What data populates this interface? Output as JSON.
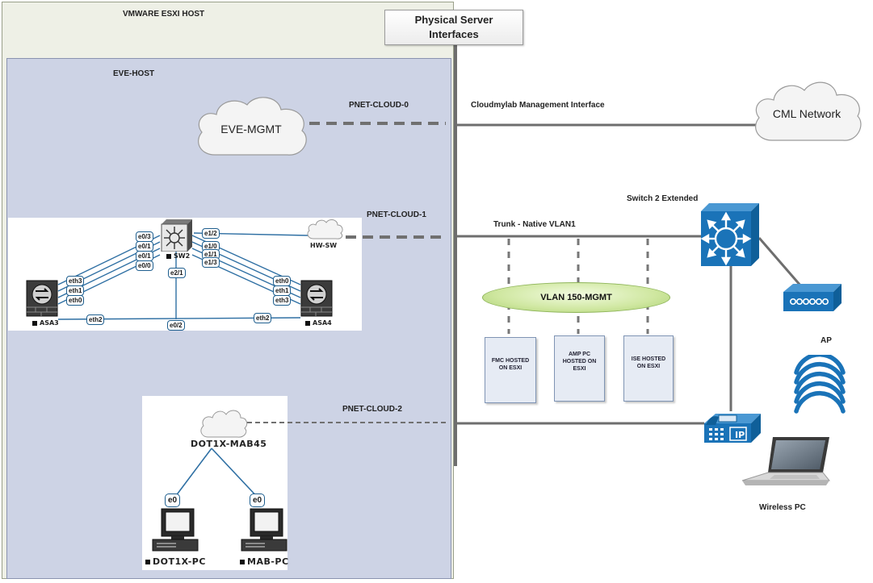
{
  "labels": {
    "esxi_host": "VMWARE ESXI HOST",
    "eve_host": "EVE-HOST",
    "physical_server": "Physical Server\nInterfaces",
    "pnet0": "PNET-CLOUD-0",
    "pnet1": "PNET-CLOUD-1",
    "pnet2": "PNET-CLOUD-2",
    "cml_mgmt_iface": "Cloudmylab Management Interface",
    "trunk": "Trunk - Native VLAN1",
    "switch2": "Switch 2 Extended",
    "vlan": "VLAN 150-MGMT",
    "ap": "AP",
    "wireless_pc": "Wireless PC"
  },
  "clouds": {
    "eve_mgmt": "EVE-MGMT",
    "cml_network": "CML Network",
    "hw_sw": "HW-SW",
    "dot1x_mab": "DOT1X-MAB45"
  },
  "vm_boxes": [
    {
      "text": "FMC HOSTED\nON ESXI"
    },
    {
      "text": "AMP PC\nHOSTED ON\nESXI"
    },
    {
      "text": "ISE HOSTED\nON ESXI"
    }
  ],
  "topology1": {
    "sw2": "SW2",
    "asa3": "ASA3",
    "asa4": "ASA4",
    "sw_ports_left": [
      "e0/3",
      "e0/1",
      "e0/1",
      "e0/0"
    ],
    "sw_ports_right": [
      "e1/2",
      "e1/0",
      "e1/1",
      "e1/3"
    ],
    "sw_port_bottom": "e2/1",
    "asa3_ports": [
      "eth3",
      "eth1",
      "eth0"
    ],
    "asa4_ports": [
      "eth0",
      "eth1",
      "eth3"
    ],
    "asa3_eth2": "eth2",
    "asa4_eth2": "eth2",
    "bottom_port": "e0/2"
  },
  "topology2": {
    "dot1x_pc": "DOT1X-PC",
    "mab_pc": "MAB-PC",
    "pc_port": "e0"
  },
  "colors": {
    "switch_blue": "#1a73b8",
    "link_blue": "#2e6fa3",
    "dashed_gray": "#707070",
    "bus_gray": "#6e6e6e"
  }
}
